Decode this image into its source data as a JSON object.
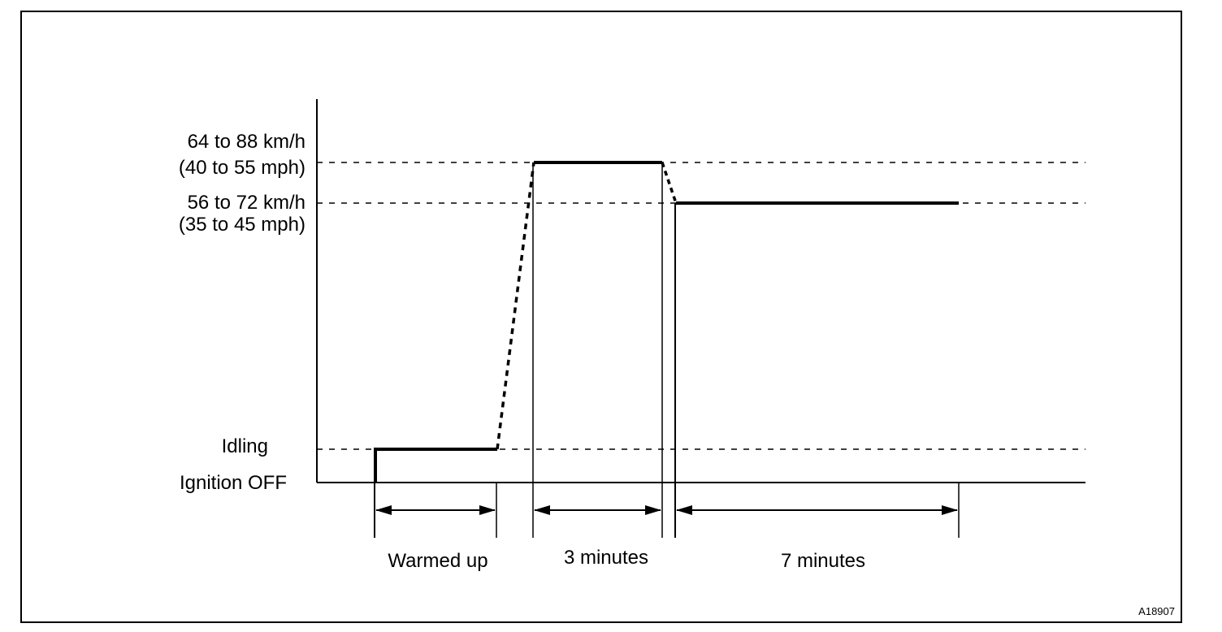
{
  "speed_levels": {
    "high_kmh": "64 to 88 km/h",
    "high_mph": "(40 to 55 mph)",
    "mid_kmh": "56 to 72 km/h",
    "mid_mph": "(35 to 45 mph)",
    "idling": "Idling",
    "ignition_off": "Ignition OFF"
  },
  "phases": {
    "warmed_up": "Warmed up",
    "three_minutes": "3 minutes",
    "seven_minutes": "7 minutes"
  },
  "figure_id": "A18907",
  "colors": {
    "ink": "#000000",
    "background": "#ffffff"
  }
}
